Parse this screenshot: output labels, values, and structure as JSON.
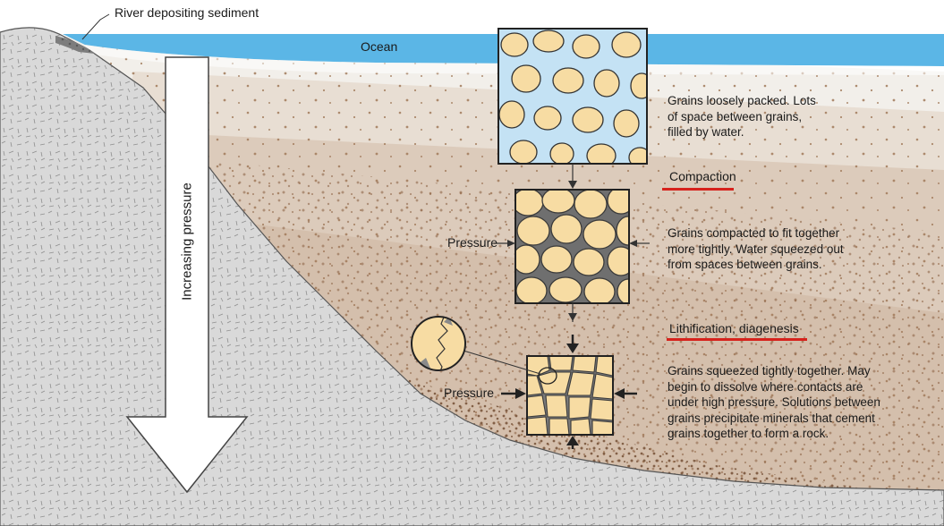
{
  "labels": {
    "river": "River depositing sediment",
    "ocean": "Ocean",
    "increasing_pressure": "Increasing pressure",
    "pressure_left_1": "Pressure",
    "pressure_left_2": "Pressure"
  },
  "stages": [
    {
      "id": "loose",
      "description": "Grains loosely packed. Lots\nof space between grains,\nfilled by water."
    },
    {
      "id": "compacted",
      "process_label": "Compaction",
      "description": "Grains compacted to fit together\nmore tightly. Water squeezed out\nfrom spaces between grains."
    },
    {
      "id": "lithified",
      "process_label": "Lithification, diagenesis",
      "description": "Grains squeezed tightly together. May\nbegin to dissolve where contacts are\nunder high pressure. Solutions between\ngrains precipitate minerals that cement\ngrains together to form a rock."
    }
  ],
  "colors": {
    "ocean": "#5bb6e6",
    "water_in_pores": "#c4e2f4",
    "grain": "#f7dca3",
    "grain_outline": "#3a3a3a",
    "bedrock": "#d8d8d8",
    "sediment_light": "#f2eee8",
    "sediment_mid": "#e3d6c8",
    "sediment_dark": "#d7c4b2",
    "underline": "#d6221c"
  }
}
